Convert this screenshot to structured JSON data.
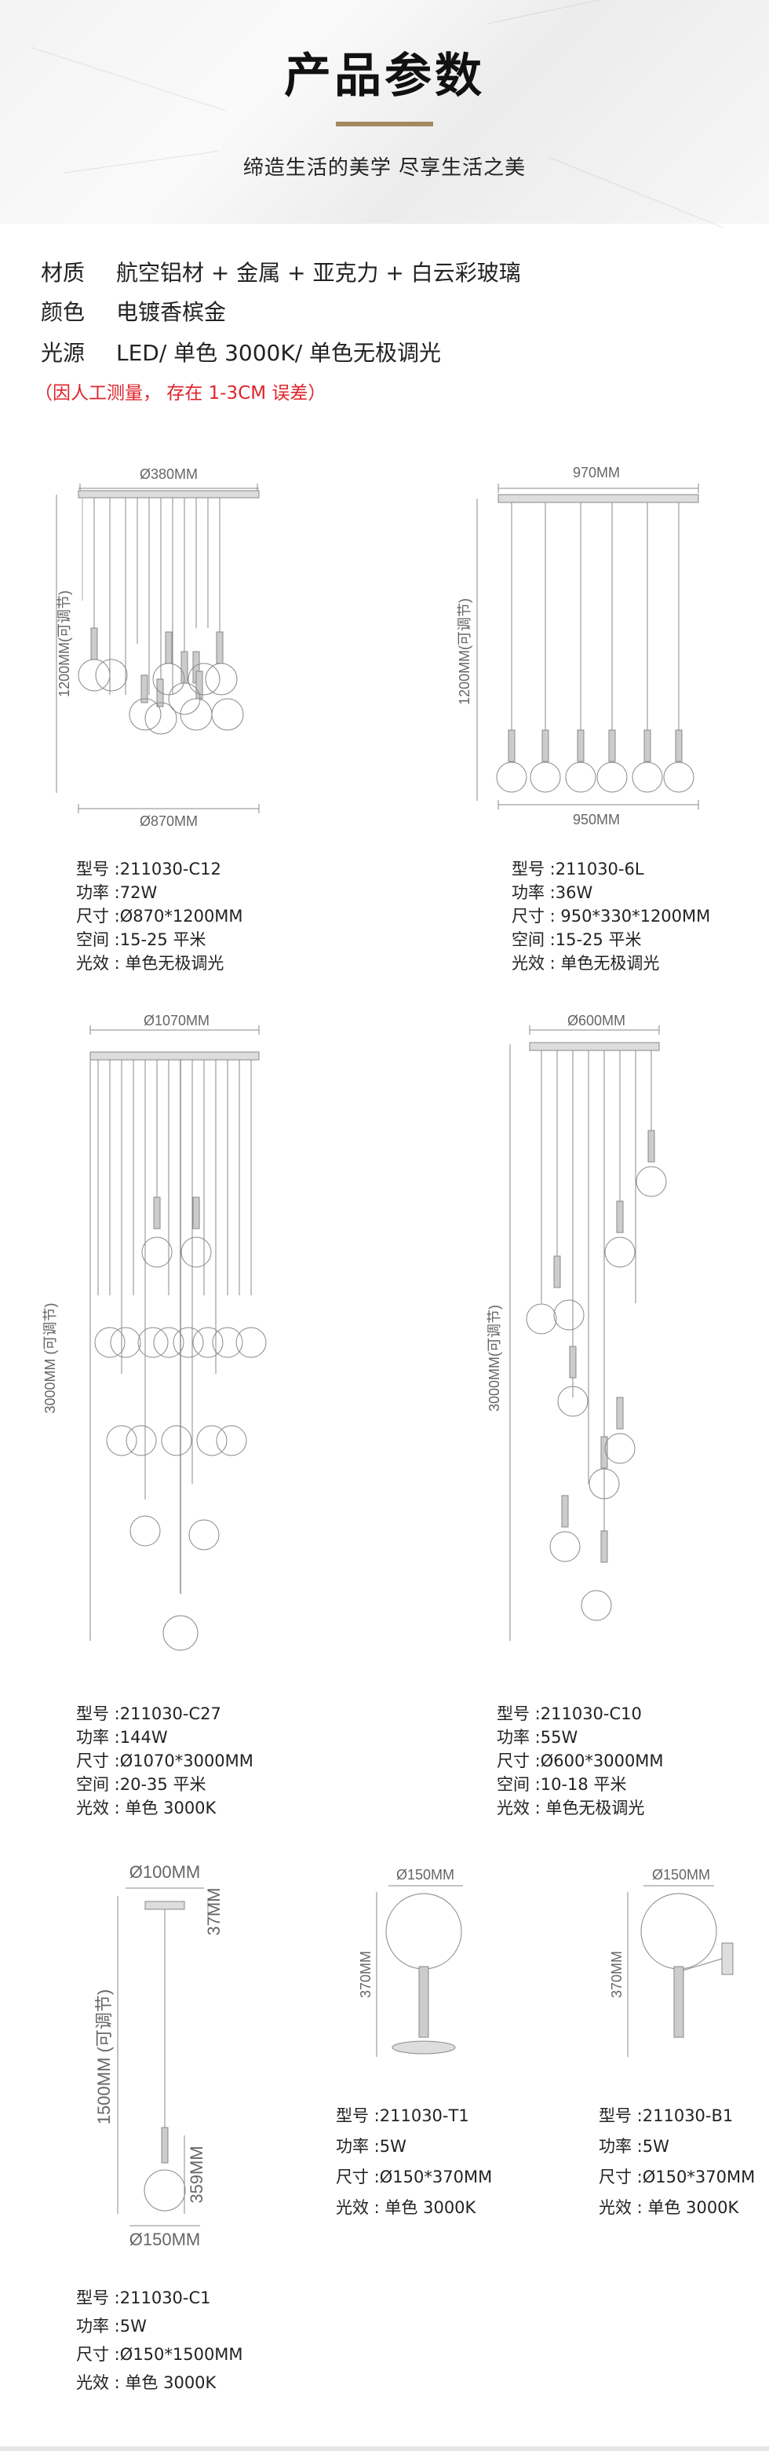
{
  "header": {
    "title": "产品参数",
    "subtitle": "缔造生活的美学   尽享生活之美",
    "accent_color": "#a28a5e"
  },
  "specs": [
    {
      "label": "材质",
      "value": "航空铝材 + 金属 + 亚克力 + 白云彩玻璃"
    },
    {
      "label": "颜色",
      "value": "电镀香槟金"
    },
    {
      "label": "光源",
      "value": "LED/ 单色 3000K/ 单色无极调光"
    }
  ],
  "note": "（因人工测量，  存在 1-3CM 误差）",
  "products": [
    {
      "dims": {
        "top": "Ø380MM",
        "bottom": "Ø870MM",
        "side": "1200MM(可调节)"
      },
      "info": {
        "model": "型号 :211030-C12",
        "power": "功率 :72W",
        "size": "尺寸 :Ø870*1200MM",
        "space": "空间 :15-25 平米",
        "light": "光效 : 单色无极调光"
      }
    },
    {
      "dims": {
        "top": "970MM",
        "bottom": "950MM",
        "side": "1200MM(可调节)"
      },
      "info": {
        "model": "型号 :211030-6L",
        "power": "功率 :36W",
        "size": "尺寸 : 950*330*1200MM",
        "space": "空间 :15-25 平米",
        "light": "光效 : 单色无极调光"
      }
    },
    {
      "dims": {
        "top": "Ø1070MM",
        "side": "3000MM (可调节)"
      },
      "info": {
        "model": "型号 :211030-C27",
        "power": "功率 :144W",
        "size": "尺寸 :Ø1070*3000MM",
        "space": "空间 :20-35 平米",
        "light": "光效 : 单色 3000K"
      }
    },
    {
      "dims": {
        "top": "Ø600MM",
        "side": "3000MM(可调节)"
      },
      "info": {
        "model": "型号 :211030-C10",
        "power": "功率 :55W",
        "size": "尺寸 :Ø600*3000MM",
        "space": "空间 :10-18 平米",
        "light": "光效 : 单色无极调光"
      }
    },
    {
      "dims": {
        "top": "Ø100MM",
        "top_h": "37MM",
        "side": "1500MM (可调节)",
        "shade_h": "359MM",
        "bottom": "Ø150MM"
      },
      "info": {
        "model": "型号 :211030-C1",
        "power": "功率 :5W",
        "size": "尺寸 :Ø150*1500MM",
        "light": "光效 : 单色 3000K"
      }
    },
    {
      "dims": {
        "top": "Ø150MM",
        "side": "370MM"
      },
      "info": {
        "model": "型号 :211030-T1",
        "power": "功率 :5W",
        "size": "尺寸 :Ø150*370MM",
        "light": "光效 : 单色 3000K"
      }
    },
    {
      "dims": {
        "top": "Ø150MM",
        "side": "370MM"
      },
      "info": {
        "model": "型号 :211030-B1",
        "power": "功率 :5W",
        "size": "尺寸 :Ø150*370MM",
        "light": "光效 : 单色 3000K"
      }
    }
  ]
}
